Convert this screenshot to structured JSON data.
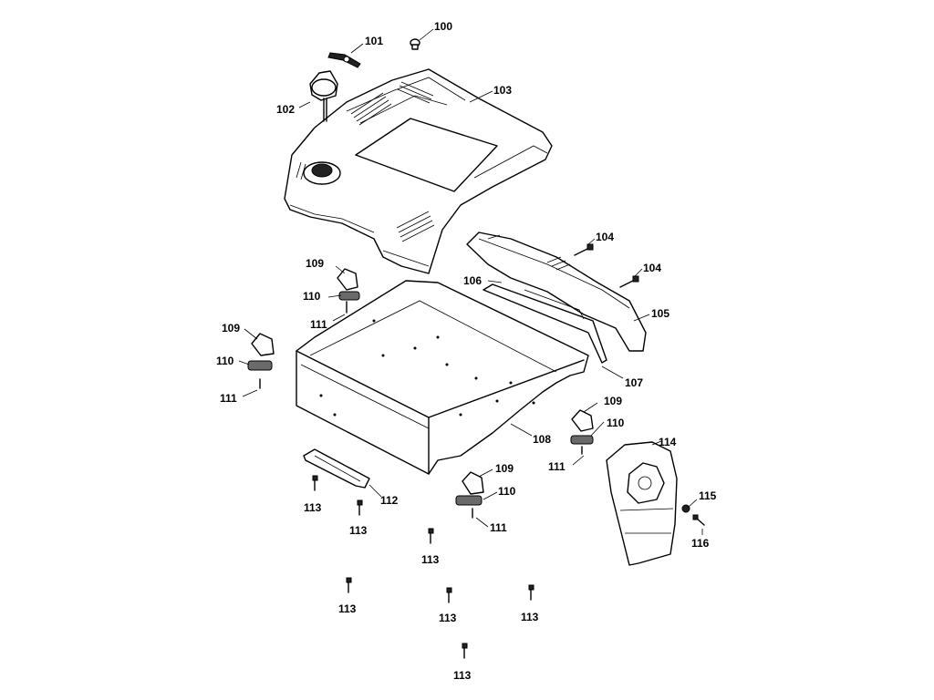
{
  "labels": {
    "p100": "100",
    "p101": "101",
    "p102": "102",
    "p103": "103",
    "p104a": "104",
    "p104b": "104",
    "p105": "105",
    "p106": "106",
    "p107": "107",
    "p108": "108",
    "p109a": "109",
    "p110a": "110",
    "p111a": "111",
    "p109b": "109",
    "p110b": "110",
    "p111b": "111",
    "p109c": "109",
    "p110c": "110",
    "p111c": "111",
    "p109d": "109",
    "p110d": "110",
    "p111d": "111",
    "p112": "112",
    "p113a": "113",
    "p113b": "113",
    "p113c": "113",
    "p113d": "113",
    "p113e": "113",
    "p113f": "113",
    "p113g": "113",
    "p114": "114",
    "p115": "115",
    "p116": "116"
  }
}
